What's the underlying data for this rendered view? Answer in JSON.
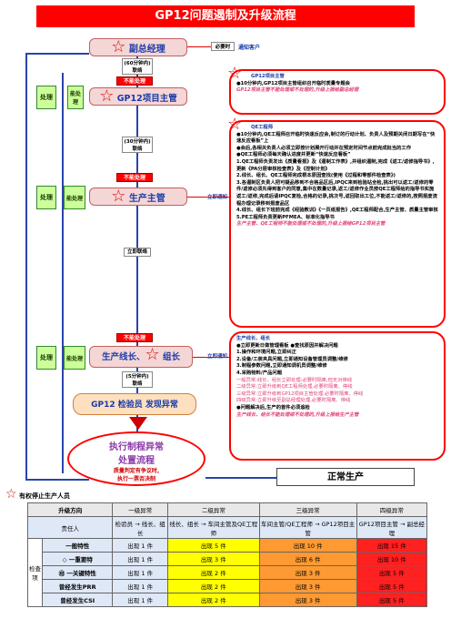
{
  "title": "GP12问题遏制及升级流程",
  "roles": {
    "deputy_gm": "副总经理",
    "gp12_manager": "GP12项目主管",
    "production_manager": "生产主管",
    "line_leader": "生产线长、",
    "team_leader": "组长",
    "inspector": "GP12 检验员 发现异常"
  },
  "tags": {
    "necessary": "必要时",
    "notify_customer": "通知客户",
    "time_60": "(60分钟内)",
    "time_30": "(30分钟内)",
    "time_5": "(5分钟内)",
    "contact": "联络",
    "not_handled": "不能处理",
    "immediate_contact": "立即联络",
    "immediate_notify": "立即通知",
    "handle": "处理",
    "can_handle": "能处理"
  },
  "note_gp12": {
    "header": "GP12项目主管",
    "line1": "●10分钟内,GP12项目主管组织召开临时质量专题会",
    "line2": "GP12项目主管不能处理或不处理的,升级上报给副总经理"
  },
  "note_qe": {
    "header": "QE工程师",
    "lines": [
      "●10分钟内,QE工程师召开临时快速反应会,制订的行动计划、负责人及预期关闭日期写在“快速反应看板”上",
      "●会后,各相关负责人必须立即按计划展开行动并在预定时间节点前完成批当的工作",
      "●QE工程师必须每天确认进度并更新“快速反应看板”",
      "1.QE工程师负责发出《质量看报》及《遏制工作表》,并组织遏制,完成《返工/返修指导书》,更新《PA分层审核检查表》及《控制计划》",
      "2.线长、组长、QE工程师完成根本原因查找(使用《过程和零部件检查表》)",
      "3.各遏制区负责人把可疑品移到不合格品区后,IPQC来到检验站全检,挑出可以返工/返修的零件/返修必须先得到客户的同意,集中在数量记录,返工/返修作业员按QE工程师给的指导书实施返工/返修,完成后请IPQC复检,合格的记录,挑次号,返回取出工位,不能返工/返修的,按照报废流程办理记录移到报废品区",
      "4.线长、组长下班前完成《经验教训》《一页纸报告》,QE工程师配合,生产主管、质量主管审核",
      "5.PE工程师负责更新PFMEA、标准化指导书"
    ],
    "footer": "生产主管、QE工程师不能处理或不处理的,升级上报给GP12项目主管"
  },
  "note_line": {
    "header": "生产线长、组长",
    "lines": [
      "●立即更新日做管理看板 ●查找原因并解决问题",
      "1.操作和环境问题,立即纠正",
      "2.设备/工装夹具问题,立即通知设备管理员调整/维修",
      "3.制程参数问题,立即通知调机员调整/维修",
      "4.采购物料/产品问题"
    ],
    "grades": [
      "一般异常:线长、组长立即处理;必要时隔离,但无对停线",
      "二级异常:立即升级到QE工程师处理,必要时隔离、停线",
      "三级异常:立即升级到GP12项目主管处理,必要时隔离、停线",
      "四级异常:立即升级至副总经理处理,必要时隔离、停线"
    ],
    "solved": "●问题解决后,生产的首件必须追检",
    "footer": "生产线长、组长不能处理或不处理的,升级上报给生产主管"
  },
  "exec_process": {
    "title1": "执行制程异常",
    "title2": "处置流程",
    "sub1": "质量判定有争议时,",
    "sub2": "执行一票否决制"
  },
  "normal_production": "正常生产",
  "legend_label": "有权停止生产人员",
  "matrix": {
    "header_left": "升级方向",
    "levels": [
      "一级异常",
      "二级异常",
      "三级异常",
      "四级异常"
    ],
    "resp_label": "责任人",
    "resp": [
      "检验员 → 线长、组长",
      "线长、组长 → 车间主管及QE工程师",
      "车间主管/QE工程师 → GP12项目主管",
      "GP12项目主管 → 副总经理"
    ],
    "check_label": "检查项",
    "rows": [
      {
        "item": "一般特性",
        "v": [
          "出现 1 件",
          "出现 5 件",
          "出现 10 件",
          "出现 15 件"
        ]
      },
      {
        "item": "◇ 一重要特",
        "v": [
          "出现 1 件",
          "出现 3 件",
          "出现 6 件",
          "出现 10 件"
        ]
      },
      {
        "item": "㊞ 一关键特性",
        "v": [
          "出现 1 件",
          "出现 2 件",
          "出现 3 件",
          "出现 5 件"
        ]
      },
      {
        "item": "曾经发生PRR",
        "v": [
          "出现 1 件",
          "出现 2 件",
          "出现 3 件",
          "出现 5 件"
        ]
      },
      {
        "item": "曾经发生CSI",
        "v": [
          "出现 1 件",
          "出现 2 件",
          "出现 3 件",
          "出现 5 件"
        ]
      }
    ]
  }
}
